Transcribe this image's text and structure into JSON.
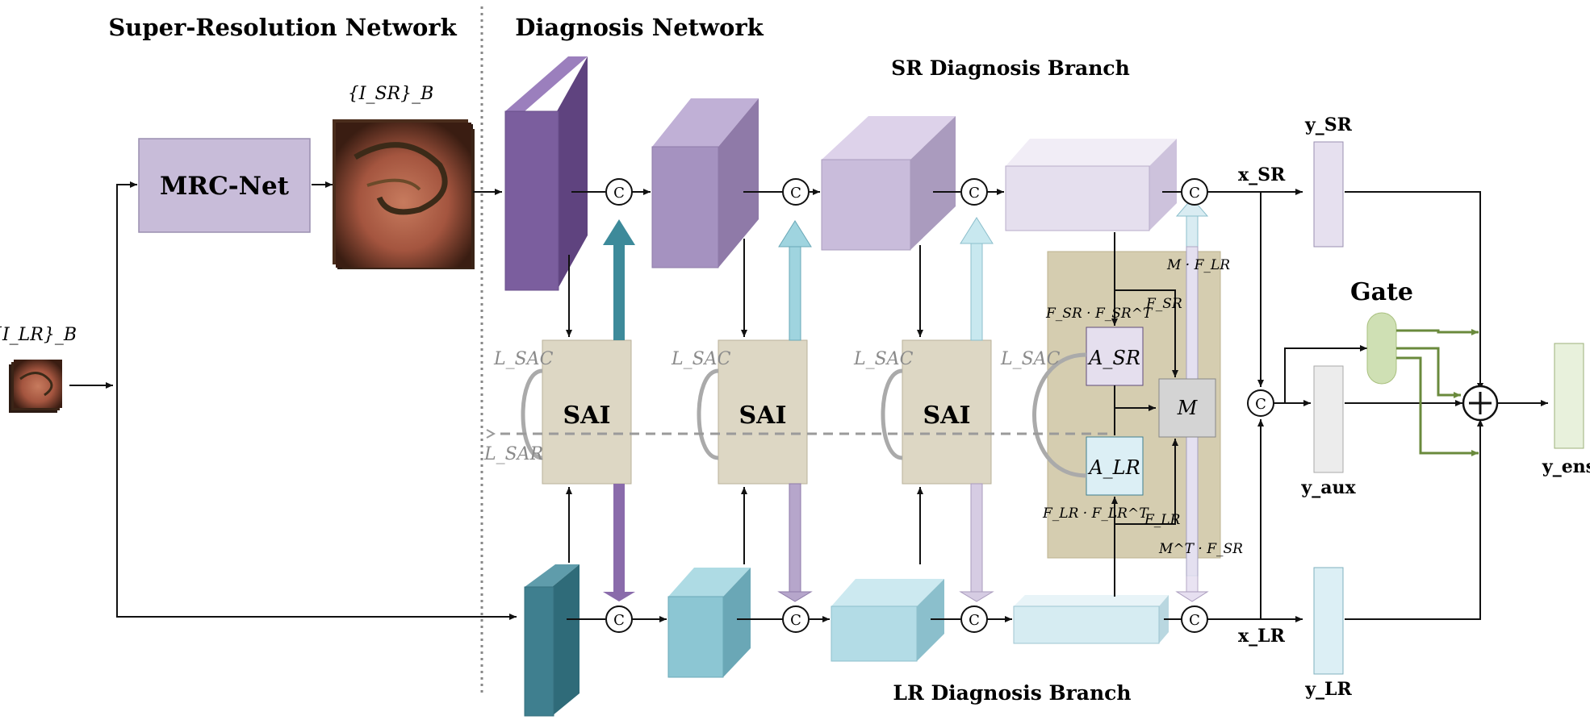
{
  "sections": {
    "sr_network": "Super-Resolution Network",
    "diagnosis_network": "Diagnosis Network"
  },
  "branches": {
    "sr_branch": "SR Diagnosis Branch",
    "lr_branch": "LR Diagnosis Branch"
  },
  "inputs": {
    "lr_images": "{I_LR}_B",
    "sr_images": "{I_SR}_B"
  },
  "modules": {
    "mrc_net": "MRC-Net",
    "sai": "SAI",
    "gate": "Gate",
    "concat": "C",
    "sum": "+"
  },
  "losses": {
    "l_sac": "L_SAC",
    "l_sar": "L_SAR"
  },
  "attention": {
    "a_sr": "A_SR",
    "a_lr": "A_LR",
    "m": "M",
    "f_sr_ft": "F_SR · F_SR^T",
    "f_lr_ft": "F_LR · F_LR^T",
    "f_sr": "F_SR",
    "f_lr": "F_LR",
    "m_flr": "M · F_LR",
    "mt_fsr": "M^T · F_SR"
  },
  "features": {
    "x_sr": "x_SR",
    "x_lr": "x_LR"
  },
  "outputs": {
    "y_sr": "y_SR",
    "y_lr": "y_LR",
    "y_aux": "y_aux",
    "y_ens": "y_ens"
  },
  "colors": {
    "purple_1": "#7b5e9e",
    "purple_2": "#a08cb8",
    "purple_3": "#c6b9d8",
    "purple_4": "#e6e0ef",
    "teal_1": "#3d7f8e",
    "teal_2": "#8ec9d6",
    "teal_3": "#b6dee7",
    "teal_4": "#dcedf3",
    "sai_fill": "#ddd7c4",
    "attention_bg": "#d5cdb0",
    "gate_fill": "#cfe0b4",
    "green_arrow": "#6a8a3c"
  }
}
